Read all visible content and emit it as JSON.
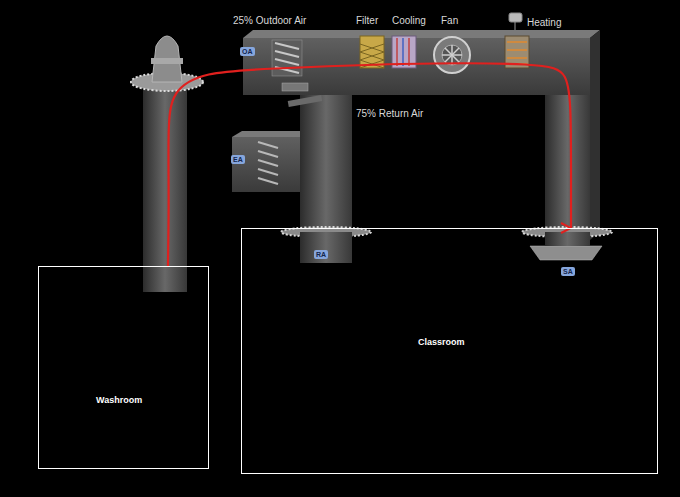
{
  "diagram": {
    "nodes": [
      {
        "text": [
          "Washroom"
        ]
      },
      {
        "text": [
          "Classroom"
        ]
      }
    ],
    "edges": [
      {
        "from": 0,
        "to": 1,
        "arrow": "to"
      }
    ],
    "labels": [
      "25% Outdoor Air",
      "Filter",
      "Cooling",
      "Fan",
      "Heating",
      "75% Return Air",
      "OA",
      "EA",
      "RA",
      "SA"
    ]
  }
}
